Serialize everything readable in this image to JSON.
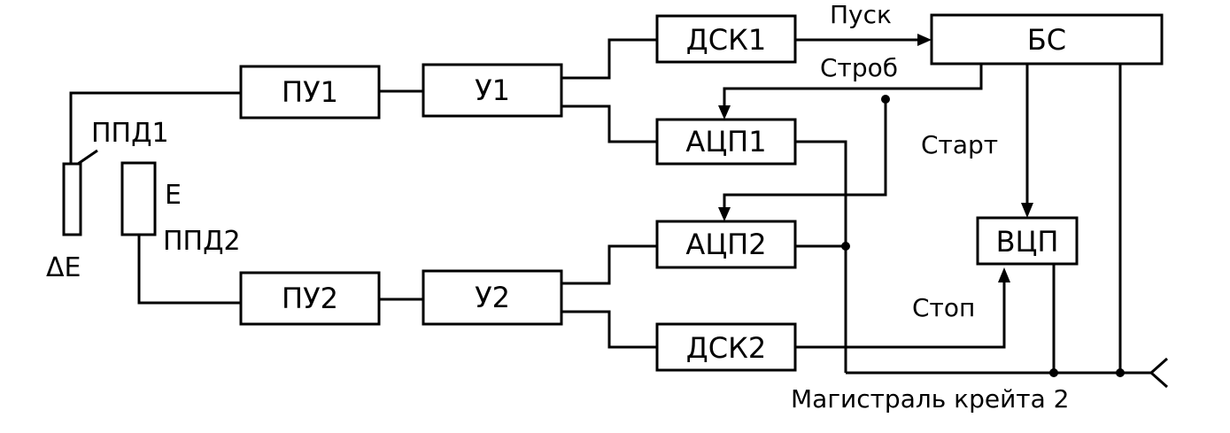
{
  "blocks": {
    "pu1": "ПУ1",
    "u1": "У1",
    "dsk1": "ДСК1",
    "acp1": "АЦП1",
    "bs": "БС",
    "acp2": "АЦП2",
    "vcp": "ВЦП",
    "pu2": "ПУ2",
    "u2": "У2",
    "dsk2": "ДСК2"
  },
  "detectors": {
    "ppd1": "ППД1",
    "ppd2": "ППД2",
    "delta_e": "ΔE",
    "e": "E"
  },
  "signals": {
    "pusk": "Пуск",
    "strob": "Строб",
    "start": "Старт",
    "stop": "Стоп"
  },
  "bus_label": "Магистраль крейта 2"
}
